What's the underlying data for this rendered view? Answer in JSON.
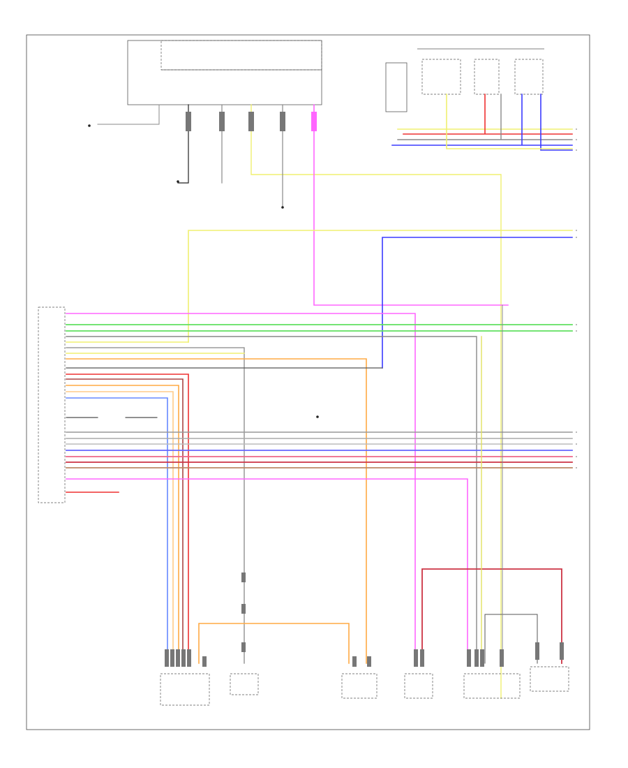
{
  "diagram": {
    "footer_code": "",
    "components": [
      {
        "id": "ecu_top",
        "label": "",
        "sublabel": ""
      },
      {
        "id": "sensor_left_top",
        "label": ""
      },
      {
        "id": "sensor_mid",
        "label": ""
      },
      {
        "id": "sensor_center",
        "label": ""
      },
      {
        "id": "connector_left",
        "label": ""
      },
      {
        "id": "bottom_a",
        "label": ""
      },
      {
        "id": "bottom_b",
        "label": ""
      },
      {
        "id": "bottom_c",
        "label": ""
      },
      {
        "id": "bottom_d",
        "label": ""
      },
      {
        "id": "bottom_e",
        "label": ""
      },
      {
        "id": "bottom_f",
        "label": ""
      }
    ],
    "colors": {
      "yellow": "#f0f070",
      "pink": "#ff66ff",
      "red": "#ee3030",
      "blue": "#3a3aff",
      "green": "#60e060",
      "orange": "#ffaa44",
      "gray": "#888888",
      "black": "#222222",
      "brown": "#aa7744",
      "lightblue": "#88aaff"
    }
  }
}
